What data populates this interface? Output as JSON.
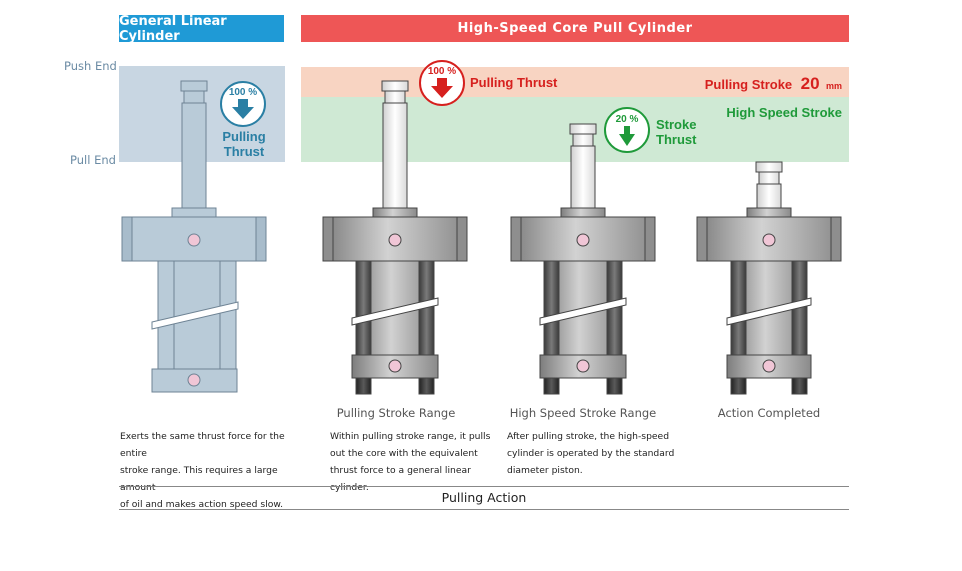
{
  "banners": {
    "general": "General Linear Cylinder",
    "highspeed": "High-Speed Core Pull Cylinder"
  },
  "ends": {
    "push": "Push End",
    "pull": "Pull End"
  },
  "general_badge": {
    "percent": "100 %",
    "label_line1": "Pulling",
    "label_line2": "Thrust"
  },
  "pulling_badge": {
    "percent": "100 %",
    "label": "Pulling Thrust"
  },
  "stroke_badge": {
    "percent": "20 %",
    "label_line1": "Stroke",
    "label_line2": "Thrust"
  },
  "pulling_stroke": {
    "text": "Pulling Stroke",
    "value": "20",
    "unit": "mm"
  },
  "high_speed_stroke": "High Speed Stroke",
  "captions": {
    "pulling_range": "Pulling Stroke Range",
    "high_speed_range": "High Speed Stroke Range",
    "completed": "Action Completed"
  },
  "descriptions": {
    "general": [
      "Exerts the same thrust force for the entire",
      "stroke range. This requires a large amount",
      "of oil and makes action speed slow."
    ],
    "pulling": [
      "Within pulling stroke range, it pulls",
      "out the core with the equivalent",
      "thrust force to a general linear cylinder."
    ],
    "high_speed": [
      "After pulling stroke, the high-speed",
      "cylinder is operated by the standard",
      "diameter piston."
    ]
  },
  "footer": "Pulling Action",
  "colors": {
    "general_banner": "#1f9ad6",
    "highspeed_banner": "#ee5656",
    "general_band": "#c8d6e2",
    "pulling_band": "#f8d4c2",
    "speed_band": "#cfe9d4",
    "red_text": "#d6201e",
    "green_text": "#1f9a3a",
    "blue_text": "#2a7fa4"
  }
}
